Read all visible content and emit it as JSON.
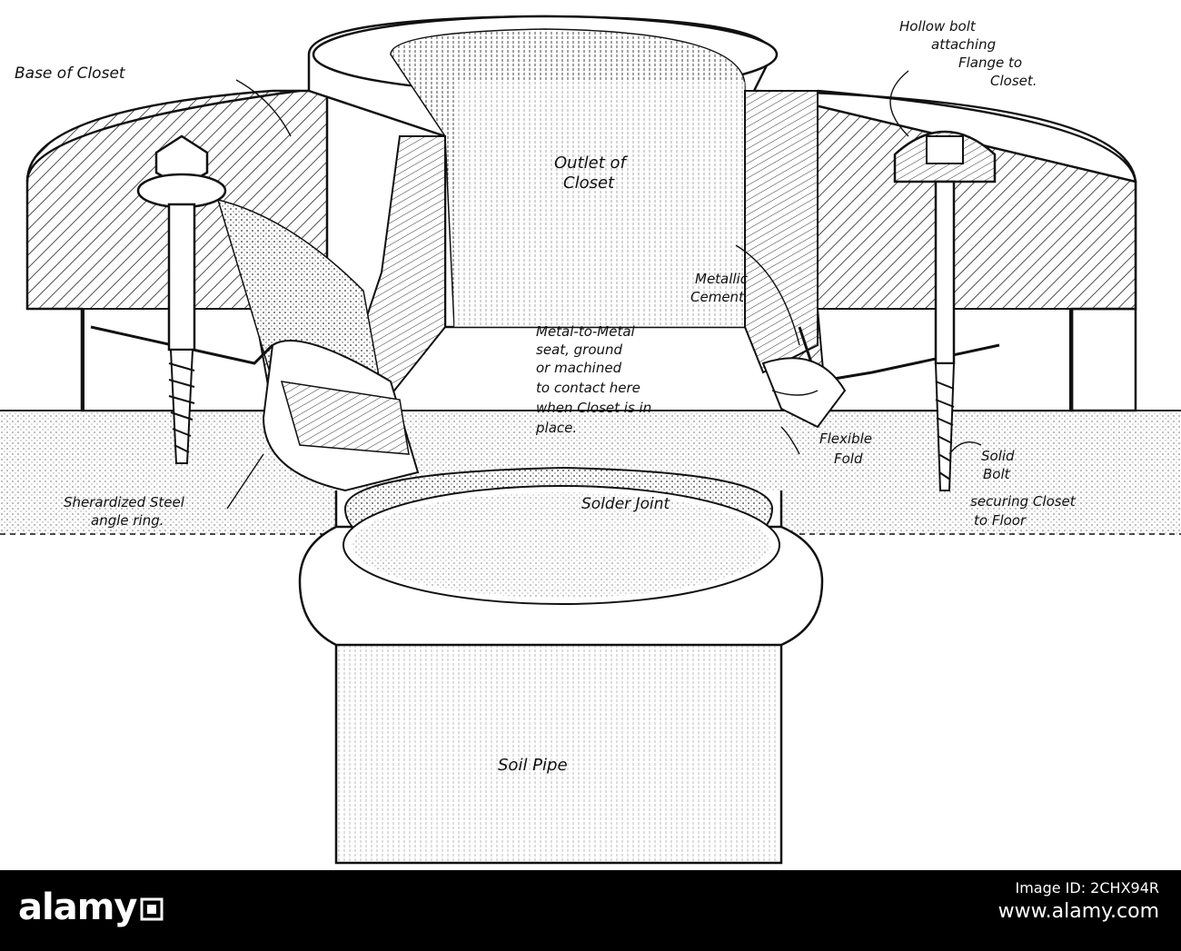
{
  "figure": {
    "labels": {
      "base_of_closet": "Base of Closet",
      "hollow_bolt_1": "Hollow bolt",
      "hollow_bolt_2": "attaching",
      "hollow_bolt_3": "Flange to",
      "hollow_bolt_4": "Closet.",
      "outlet_1": "Outlet of",
      "outlet_2": "Closet",
      "metallic_1": "Metallic",
      "metallic_2": "Cement",
      "seat_1": "Metal-to-Metal",
      "seat_2": "seat, ground",
      "seat_3": "or machined",
      "seat_4": "to contact here",
      "seat_5": "when Closet is in",
      "seat_6": "place.",
      "flexible_1": "Flexible",
      "flexible_2": "Fold",
      "solid_1": "Solid",
      "solid_2": "Bolt",
      "solid_3": "securing Closet",
      "solid_4": "to Floor",
      "steel_ring_1": "Sherardized Steel",
      "steel_ring_2": "angle ring.",
      "solder_joint": "Solder Joint",
      "soil_pipe": "Soil Pipe"
    }
  },
  "footer": {
    "brand": "alamy",
    "image_id": "Image ID: 2CHX94R",
    "site": "www.alamy.com",
    "colors": {
      "background": "#000000",
      "text": "#ffffff"
    }
  }
}
